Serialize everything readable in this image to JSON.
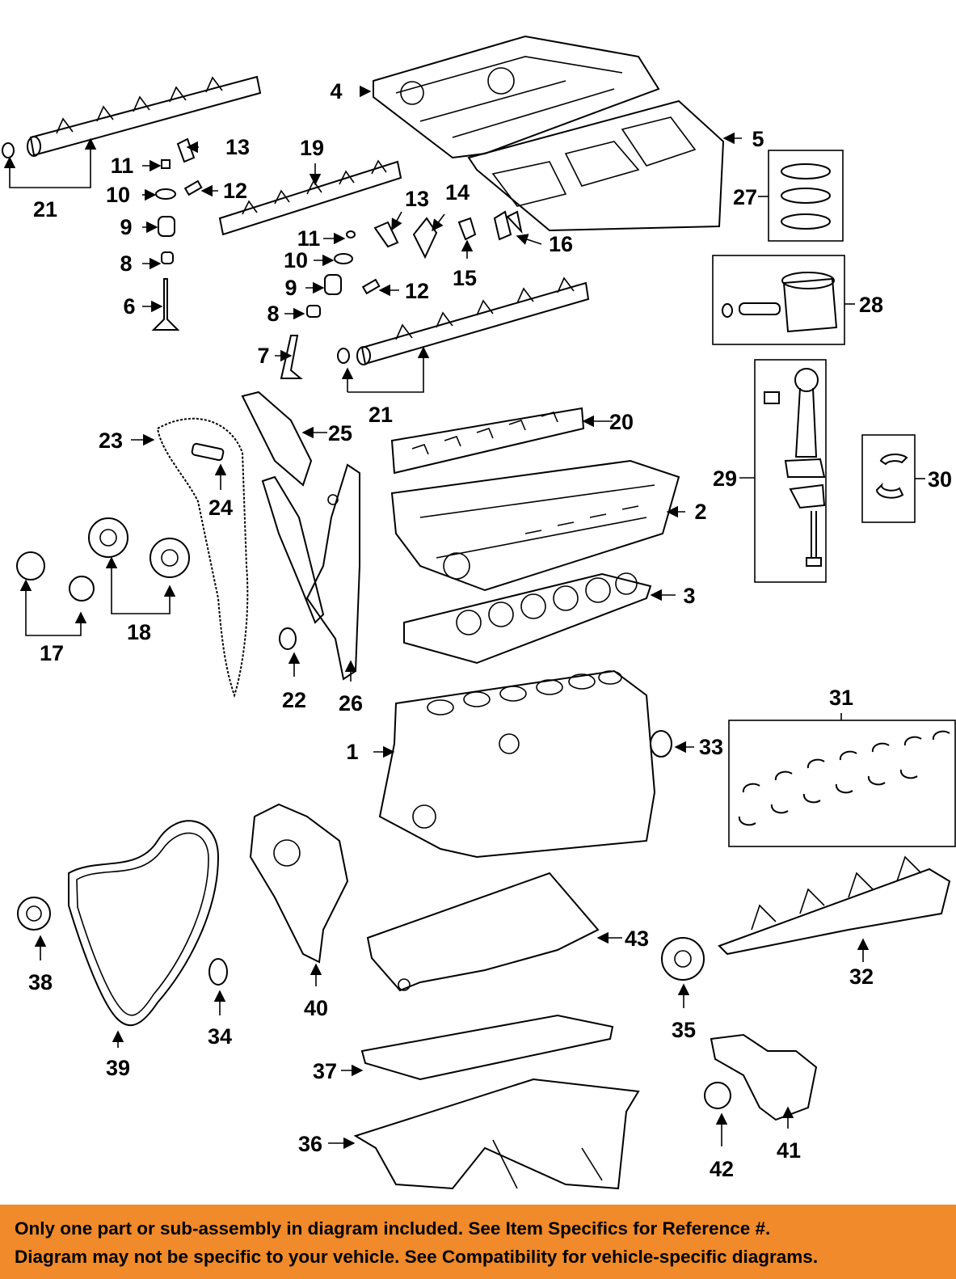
{
  "diagram": {
    "labels": {
      "p1": "1",
      "p2": "2",
      "p3": "3",
      "p4": "4",
      "p5": "5",
      "p6": "6",
      "p7": "7",
      "p8a": "8",
      "p8b": "8",
      "p9a": "9",
      "p9b": "9",
      "p10a": "10",
      "p10b": "10",
      "p11a": "11",
      "p11b": "11",
      "p12a": "12",
      "p12b": "12",
      "p13a": "13",
      "p13b": "13",
      "p14": "14",
      "p15": "15",
      "p16": "16",
      "p17": "17",
      "p18": "18",
      "p19": "19",
      "p20": "20",
      "p21a": "21",
      "p21b": "21",
      "p22": "22",
      "p23": "23",
      "p24": "24",
      "p25": "25",
      "p26": "26",
      "p27": "27",
      "p28": "28",
      "p29": "29",
      "p30": "30",
      "p31": "31",
      "p32": "32",
      "p33": "33",
      "p34": "34",
      "p35": "35",
      "p36": "36",
      "p37": "37",
      "p38": "38",
      "p39": "39",
      "p40": "40",
      "p41": "41",
      "p42": "42",
      "p43": "43"
    }
  },
  "banner": {
    "line1": "Only one part or sub-assembly in diagram included. See Item Specifics for Reference #.",
    "line2": "Diagram may not be specific to your vehicle. See Compatibility for vehicle-specific diagrams."
  },
  "colors": {
    "banner_background": "#f08a2a",
    "line_art": "#000000",
    "background": "#ffffff"
  }
}
